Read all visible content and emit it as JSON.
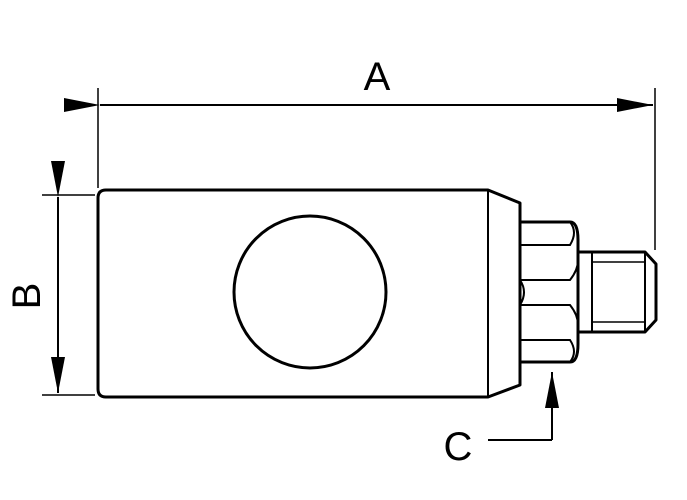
{
  "diagram": {
    "labels": {
      "length": "A",
      "height": "B",
      "thread": "C"
    },
    "colors": {
      "line": "#000000",
      "background": "#ffffff"
    }
  }
}
